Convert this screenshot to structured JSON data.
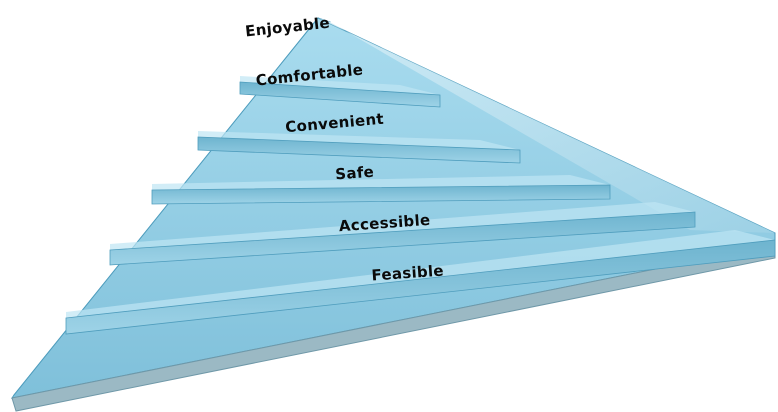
{
  "diagram": {
    "tiers_top_to_bottom": [
      "Enjoyable",
      "Comfortable",
      "Convenient",
      "Safe",
      "Accessible",
      "Feasible"
    ],
    "colors": {
      "face_light": "#a9dcef",
      "face_mid": "#86c6e0",
      "face_dark": "#5fa8c6",
      "edge": "#3f8fb0",
      "right_face": "#c9e9f4",
      "text": "#0a0a0a"
    }
  }
}
